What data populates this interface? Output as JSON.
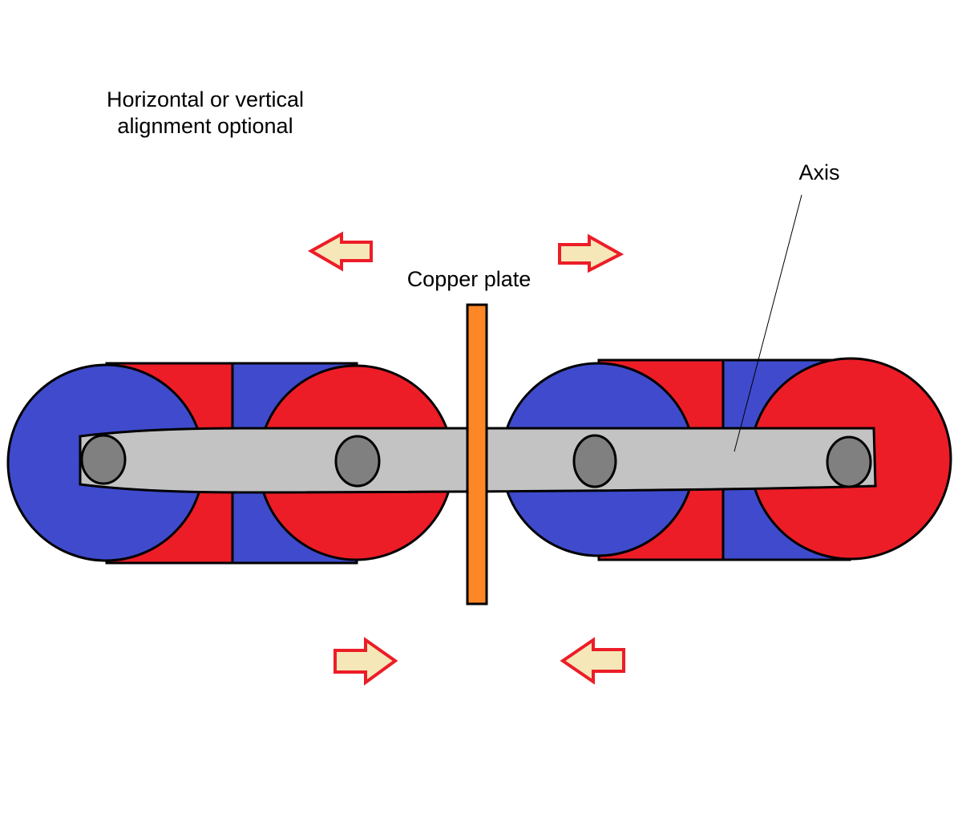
{
  "labels": {
    "note_line1": "Horizontal or vertical",
    "note_line2": "alignment optional",
    "axis": "Axis",
    "copper_plate": "Copper plate"
  },
  "colors": {
    "blue_pole": "#3f4bcc",
    "red_pole": "#ec1d27",
    "axis_rod": "#c3c3c3",
    "axis_hole": "#808080",
    "copper_plate": "#fd8726",
    "arrow_fill": "#f5e7b8",
    "arrow_outline": "#ec1d27"
  },
  "icons": {
    "arrows": [
      "arrow-left-icon",
      "arrow-right-icon",
      "arrow-right-icon",
      "arrow-left-icon"
    ]
  }
}
